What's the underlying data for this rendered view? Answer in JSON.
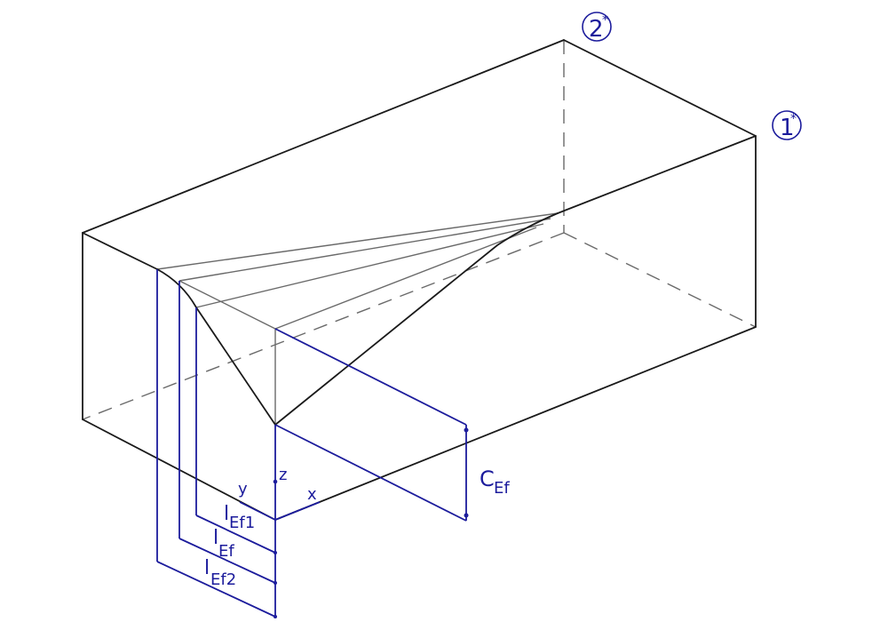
{
  "diagram": {
    "type": "isometric technical drawing",
    "colors": {
      "outline": "#1a1a1a",
      "construction": "#6a6a6a",
      "dimension": "#1c1c9c",
      "background": "#ffffff"
    },
    "markers": [
      {
        "id": "marker-2",
        "label": "2",
        "superscript": "*"
      },
      {
        "id": "marker-1",
        "label": "1",
        "superscript": "*"
      }
    ],
    "axes": {
      "x": "x",
      "y": "y",
      "z": "z"
    },
    "dimensions": {
      "c": {
        "main": "C",
        "sub": "Ef"
      },
      "l1": {
        "main": "l",
        "sub": "Ef1"
      },
      "l": {
        "main": "l",
        "sub": "Ef"
      },
      "l2": {
        "main": "l",
        "sub": "Ef2"
      }
    }
  }
}
